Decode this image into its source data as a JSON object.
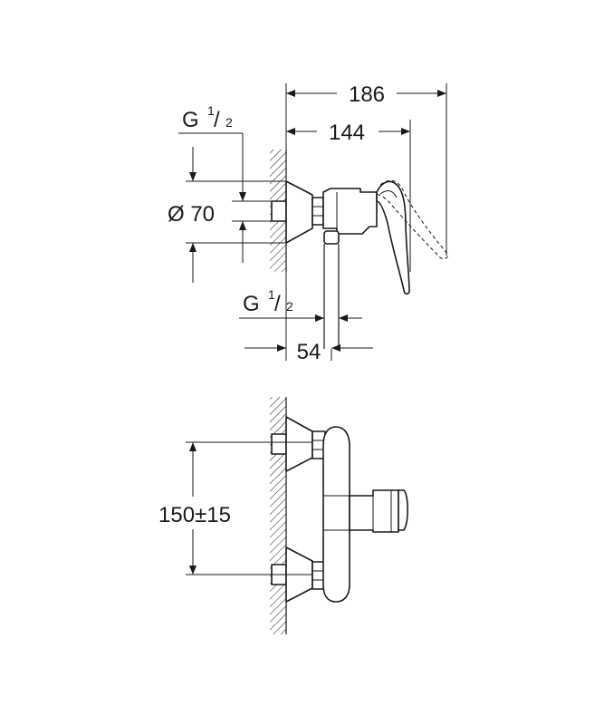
{
  "top_view": {
    "dim_total_depth": "186",
    "dim_handle_depth": "144",
    "dim_inlet_thread_top": {
      "main": "G",
      "sup": "1",
      "sub": "2"
    },
    "dim_diameter": "Ø 70",
    "dim_outlet_thread": {
      "main": "G",
      "sup": "1",
      "sub": "2"
    },
    "dim_outlet_offset": "54"
  },
  "front_view": {
    "dim_center_distance": "150±15"
  }
}
